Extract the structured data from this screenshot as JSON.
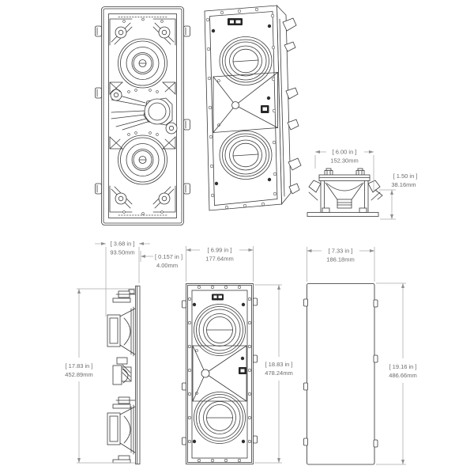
{
  "colors": {
    "background": "#ffffff",
    "drawing_line": "#3b3b3b",
    "dimension_line": "#aaaaaa",
    "dimension_text": "#6b6b6b",
    "badge_fill": "#262626"
  },
  "views": {
    "top_end_view": {
      "dim_width_in": "[ 6.00 in ]",
      "dim_width_mm": "152.30mm",
      "dim_depth_in": "[ 1.50 in ]",
      "dim_depth_mm": "38.16mm"
    },
    "side_profile_view": {
      "dim_depth_in": "[ 3.68 in ]",
      "dim_depth_mm": "93.50mm",
      "dim_flange_in": "[ 0.157 in ]",
      "dim_flange_mm": "4.00mm",
      "dim_height_in": "[ 17.83 in ]",
      "dim_height_mm": "452.89mm"
    },
    "front_view": {
      "dim_width_in": "[ 6.99 in ]",
      "dim_width_mm": "177.64mm",
      "dim_height_in": "[ 18.83 in ]",
      "dim_height_mm": "478.24mm"
    },
    "grille_view": {
      "dim_width_in": "[ 7.33 in ]",
      "dim_width_mm": "186.18mm",
      "dim_height_in": "[ 19.16 in ]",
      "dim_height_mm": "486.66mm"
    }
  }
}
